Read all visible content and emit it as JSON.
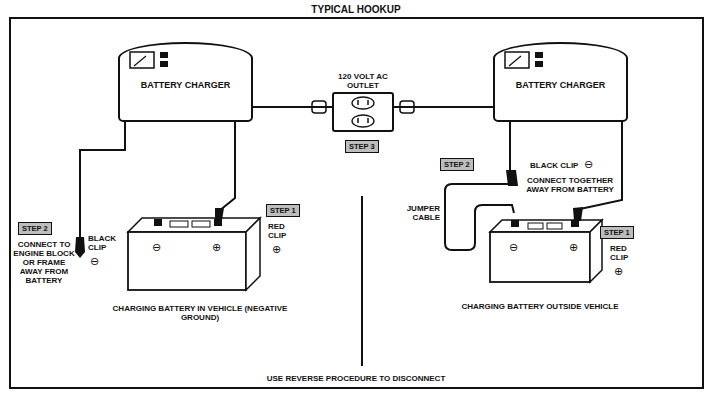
{
  "diagram": {
    "title": "TYPICAL HOOKUP",
    "nodes": [
      {
        "text": [
          "BATTERY CHARGER"
        ]
      },
      {
        "text": [
          "120 VOLT AC OUTLET"
        ]
      },
      {
        "text": [
          "STEP 3"
        ]
      },
      {
        "text": [
          "BATTERY CHARGER"
        ]
      },
      {
        "text": [
          "STEP 2"
        ]
      },
      {
        "text": [
          "STEP 1"
        ]
      },
      {
        "text": [
          "STEP 2"
        ]
      },
      {
        "text": [
          "STEP 1"
        ]
      }
    ],
    "edges": [
      {
        "from": 0,
        "to": 1,
        "arrow": "none"
      },
      {
        "from": 3,
        "to": 1,
        "arrow": "none"
      }
    ],
    "labels": [
      "CONNECT TO ENGINE BLOCK OR FRAME AWAY FROM BATTERY",
      "BLACK CLIP",
      "⊖",
      "⊖",
      "⊕",
      "RED CLIP",
      "⊕",
      "CHARGING BATTERY IN VEHICLE (NEGATIVE GROUND)",
      "BLACK CLIP",
      "⊖",
      "CONNECT TOGETHER AWAY FROM BATTERY",
      "JUMPER CABLE",
      "⊖",
      "⊕",
      "RED CLIP",
      "⊕",
      "CHARGING BATTERY OUTSIDE VEHICLE",
      "USE REVERSE PROCEDURE TO DISCONNECT"
    ]
  }
}
